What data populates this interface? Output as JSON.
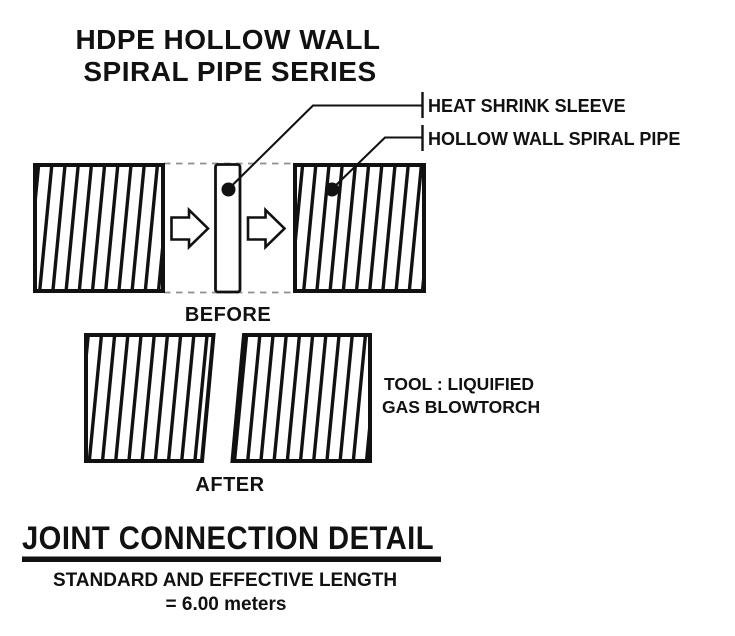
{
  "page": {
    "background_color": "#ffffff",
    "ink_color": "#111111",
    "dash_color": "#8f8f8f"
  },
  "title": {
    "line1": "HDPE HOLLOW WALL",
    "line2": "SPIRAL PIPE SERIES"
  },
  "callouts": {
    "heat_shrink_sleeve": "HEAT SHRINK SLEEVE",
    "hollow_wall_spiral_pipe": "HOLLOW WALL SPIRAL PIPE"
  },
  "stages": {
    "before": "BEFORE",
    "after": "AFTER"
  },
  "tool_note": {
    "line1": "TOOL : LIQUIFIED",
    "line2": "GAS BLOWTORCH"
  },
  "footer": {
    "heading": "JOINT CONNECTION DETAIL",
    "subheading": "STANDARD AND EFFECTIVE LENGTH",
    "value": "= 6.00 meters"
  },
  "icons": {
    "transform_arrow": "right-arrow",
    "callout_marker": "filled-dot"
  }
}
